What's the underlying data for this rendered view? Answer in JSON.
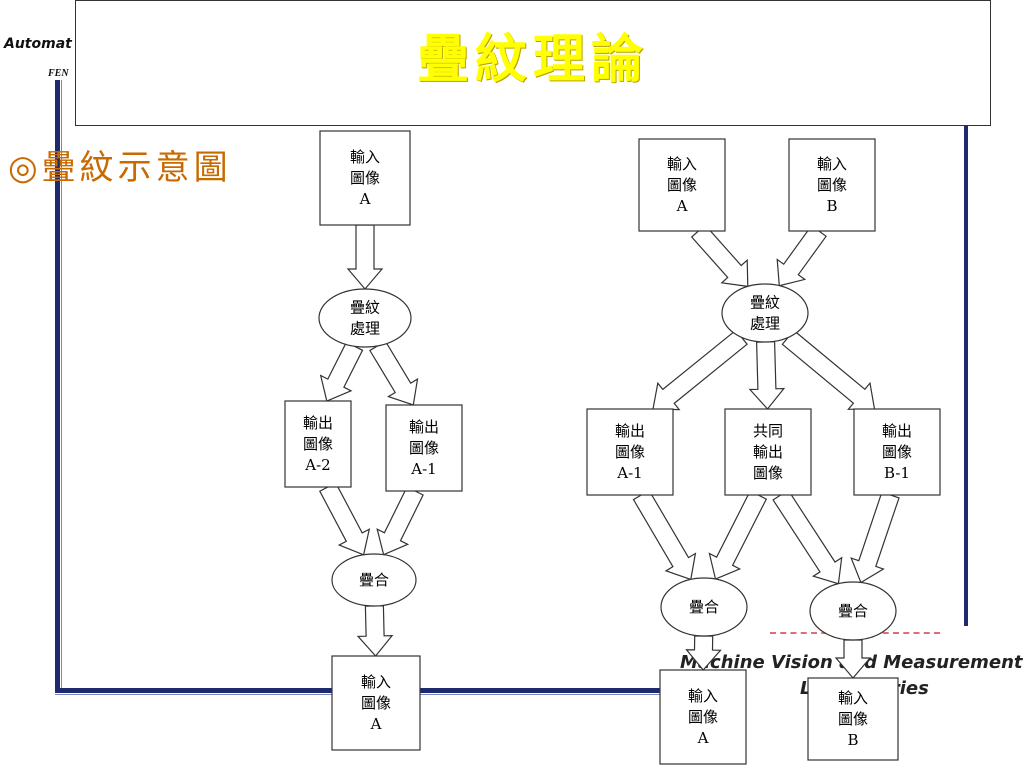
{
  "header": {
    "brand": "Automat",
    "brand_sub": "FEN",
    "title": "疊紋理論"
  },
  "subtitle": "◎疊紋示意圖",
  "footer": {
    "line1": "Machine Vision and  Measurement",
    "line2": "Laboratories"
  },
  "diagram": {
    "nodes": [
      {
        "id": "l-in",
        "shape": "rect",
        "lines": [
          "輸入",
          "圖像",
          "A"
        ]
      },
      {
        "id": "l-proc",
        "shape": "ellipse",
        "lines": [
          "疊紋",
          "處理"
        ]
      },
      {
        "id": "l-out2",
        "shape": "rect",
        "lines": [
          "輸出",
          "圖像",
          "A-2"
        ]
      },
      {
        "id": "l-out1",
        "shape": "rect",
        "lines": [
          "輸出",
          "圖像",
          "A-1"
        ]
      },
      {
        "id": "l-merge",
        "shape": "ellipse",
        "lines": [
          "疊合"
        ]
      },
      {
        "id": "l-res",
        "shape": "rect",
        "lines": [
          "輸入",
          "圖像",
          "A"
        ]
      },
      {
        "id": "r-inA",
        "shape": "rect",
        "lines": [
          "輸入",
          "圖像",
          "A"
        ]
      },
      {
        "id": "r-inB",
        "shape": "rect",
        "lines": [
          "輸入",
          "圖像",
          "B"
        ]
      },
      {
        "id": "r-proc",
        "shape": "ellipse",
        "lines": [
          "疊紋",
          "處理"
        ]
      },
      {
        "id": "r-outA1",
        "shape": "rect",
        "lines": [
          "輸出",
          "圖像",
          "A-1"
        ]
      },
      {
        "id": "r-common",
        "shape": "rect",
        "lines": [
          "共同",
          "輸出",
          "圖像"
        ]
      },
      {
        "id": "r-outB1",
        "shape": "rect",
        "lines": [
          "輸出",
          "圖像",
          "B-1"
        ]
      },
      {
        "id": "r-mergeA",
        "shape": "ellipse",
        "lines": [
          "疊合"
        ]
      },
      {
        "id": "r-mergeB",
        "shape": "ellipse",
        "lines": [
          "疊合"
        ]
      },
      {
        "id": "r-resA",
        "shape": "rect",
        "lines": [
          "輸入",
          "圖像",
          "A"
        ]
      },
      {
        "id": "r-resB",
        "shape": "rect",
        "lines": [
          "輸入",
          "圖像",
          "B"
        ]
      }
    ],
    "edges": [
      {
        "from": "l-in",
        "to": "l-proc"
      },
      {
        "from": "l-proc",
        "to": "l-out2"
      },
      {
        "from": "l-proc",
        "to": "l-out1"
      },
      {
        "from": "l-out2",
        "to": "l-merge"
      },
      {
        "from": "l-out1",
        "to": "l-merge"
      },
      {
        "from": "l-merge",
        "to": "l-res"
      },
      {
        "from": "r-inA",
        "to": "r-proc"
      },
      {
        "from": "r-inB",
        "to": "r-proc"
      },
      {
        "from": "r-proc",
        "to": "r-outA1"
      },
      {
        "from": "r-proc",
        "to": "r-common"
      },
      {
        "from": "r-proc",
        "to": "r-outB1"
      },
      {
        "from": "r-outA1",
        "to": "r-mergeA"
      },
      {
        "from": "r-common",
        "to": "r-mergeA"
      },
      {
        "from": "r-common",
        "to": "r-mergeB"
      },
      {
        "from": "r-outB1",
        "to": "r-mergeB"
      },
      {
        "from": "r-mergeA",
        "to": "r-resA"
      },
      {
        "from": "r-mergeB",
        "to": "r-resB"
      }
    ]
  }
}
